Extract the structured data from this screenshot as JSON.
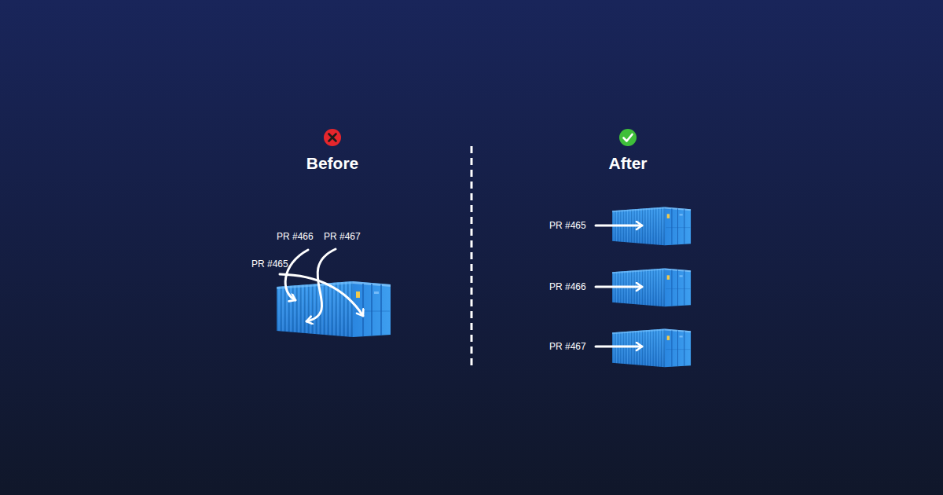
{
  "diagram": {
    "labels": [
      "Before",
      "After",
      "PR #466",
      "PR #467",
      "PR #465",
      "PR #465",
      "PR #466",
      "PR #467"
    ]
  }
}
